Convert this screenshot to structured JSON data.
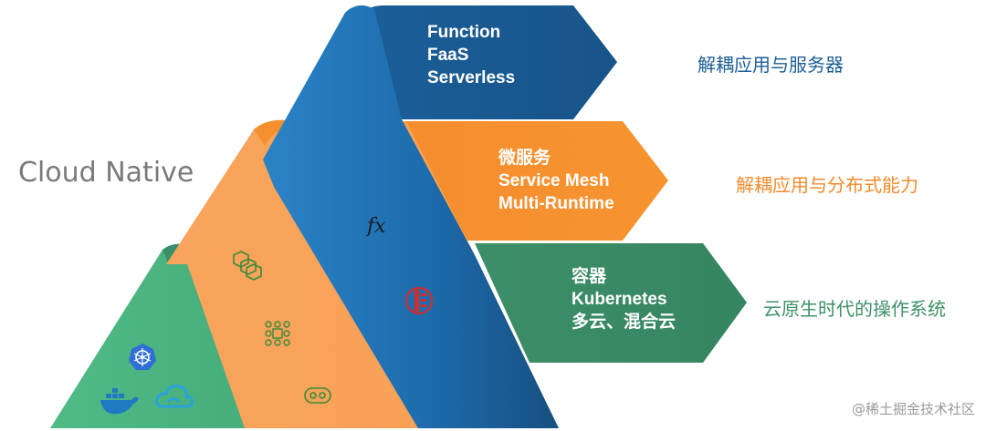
{
  "title": "Cloud Native",
  "layers": [
    {
      "id": "function",
      "lines": [
        "Function",
        "FaaS",
        "Serverless"
      ],
      "description": "解耦应用与服务器",
      "color": "#1c5f95",
      "text_color": "#1d5f96"
    },
    {
      "id": "microservice",
      "lines": [
        "微服务",
        "Service Mesh",
        "Multi-Runtime"
      ],
      "description": "解耦应用与分布式能力",
      "color": "#f7923a",
      "text_color": "#f28a2c"
    },
    {
      "id": "container",
      "lines": [
        "容器",
        "Kubernetes",
        "多云、混合云"
      ],
      "description": "云原生时代的操作系统",
      "color": "#3d9169",
      "text_color": "#3d9169"
    }
  ],
  "icons": [
    "kubernetes-icon",
    "docker-icon",
    "cloud-icon",
    "cube-cluster-icon",
    "mesh-nodes-icon",
    "runtime-loop-icon",
    "function-fx-icon",
    "serverless-red-icon"
  ],
  "fx_symbol": "fx",
  "watermark": "@稀土掘金技术社区"
}
